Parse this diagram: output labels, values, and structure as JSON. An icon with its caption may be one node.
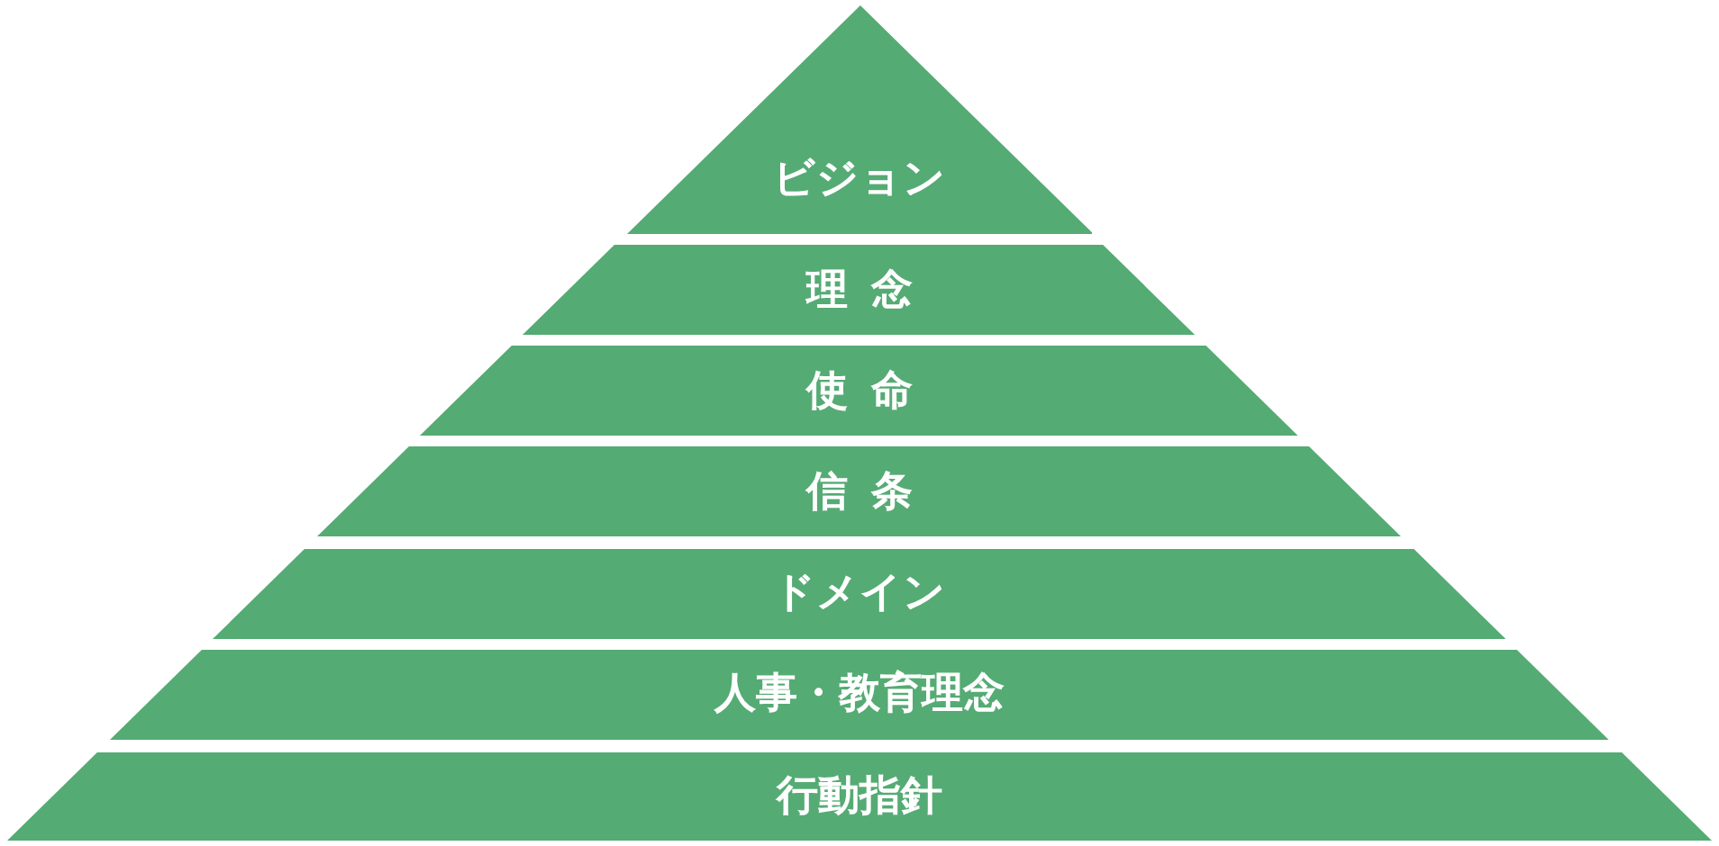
{
  "diagram": {
    "nodes": [
      {
        "text": [
          "ビジョン"
        ]
      },
      {
        "text": [
          "理念"
        ]
      },
      {
        "text": [
          "使命"
        ]
      },
      {
        "text": [
          "信条"
        ]
      },
      {
        "text": [
          "ドメイン"
        ]
      },
      {
        "text": [
          "人事・教育理念"
        ]
      },
      {
        "text": [
          "行動指針"
        ]
      }
    ]
  }
}
